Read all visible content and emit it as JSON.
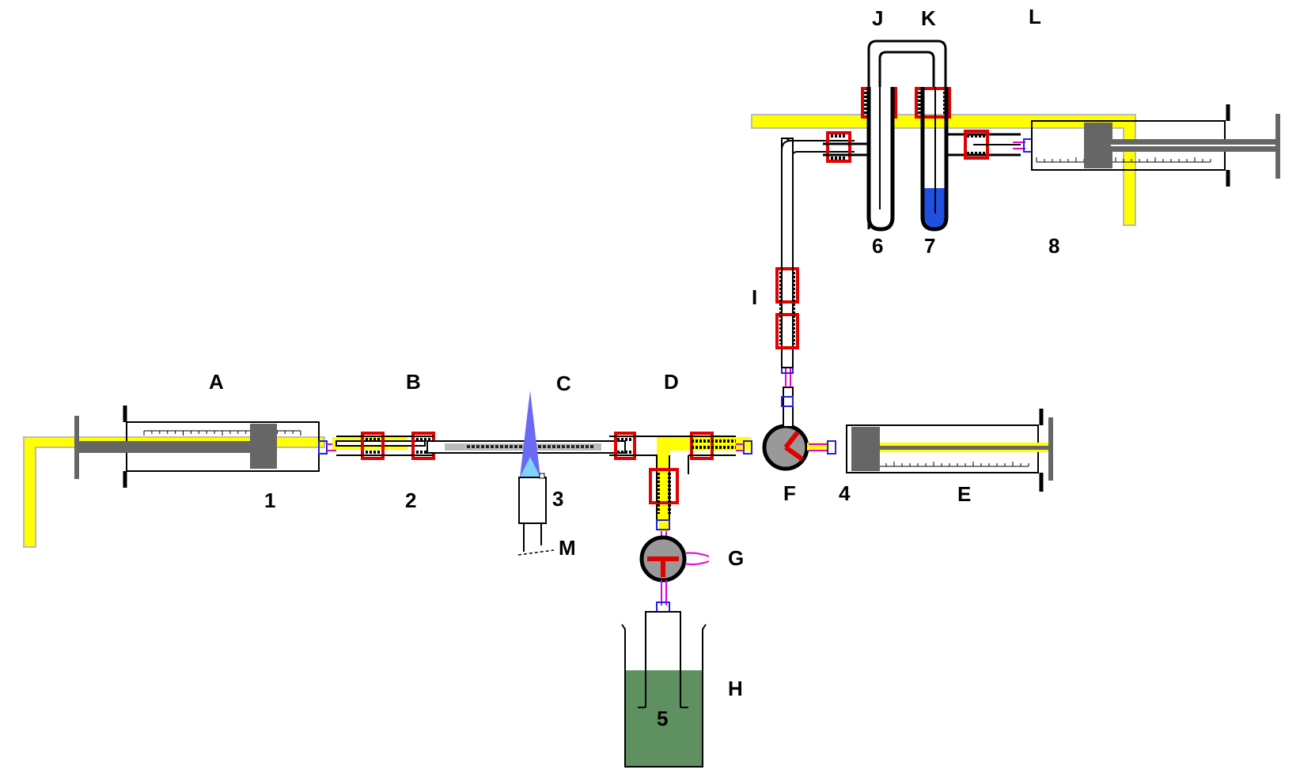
{
  "labels": {
    "A": "A",
    "B": "B",
    "C": "C",
    "D": "D",
    "E": "E",
    "F": "F",
    "G": "G",
    "H": "H",
    "I": "I",
    "J": "J",
    "K": "K",
    "L": "L",
    "M": "M",
    "n1": "1",
    "n2": "2",
    "n3": "3",
    "n4": "4",
    "n5": "5",
    "n6": "6",
    "n7": "7",
    "n8": "8"
  },
  "colors": {
    "yellow": "#ffff00",
    "clamp_red": "#e00000",
    "flame_blue": "#6a6af5",
    "flame_light": "#7fd4f7",
    "liquid_green": "#5e9060",
    "liquid_blue": "#2050e0",
    "plunger_gray": "#666666",
    "valve_gray": "#999999",
    "connector_magenta": "#e000e0",
    "connector_blue": "#2020e0"
  }
}
